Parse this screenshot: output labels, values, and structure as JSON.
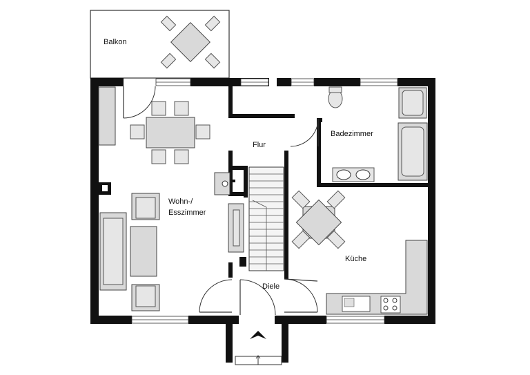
{
  "rooms": {
    "balkon": "Balkon",
    "flur": "Flur",
    "badezimmer": "Badezimmer",
    "wohn_line1": "Wohn-/",
    "wohn_line2": "Esszimmer",
    "kueche": "Küche",
    "diele": "Diele"
  },
  "colors": {
    "wall": "#111111",
    "furniture": "#d9d9d9",
    "background": "#ffffff"
  },
  "icons": {
    "entrance": "entrance-arrow-icon"
  }
}
